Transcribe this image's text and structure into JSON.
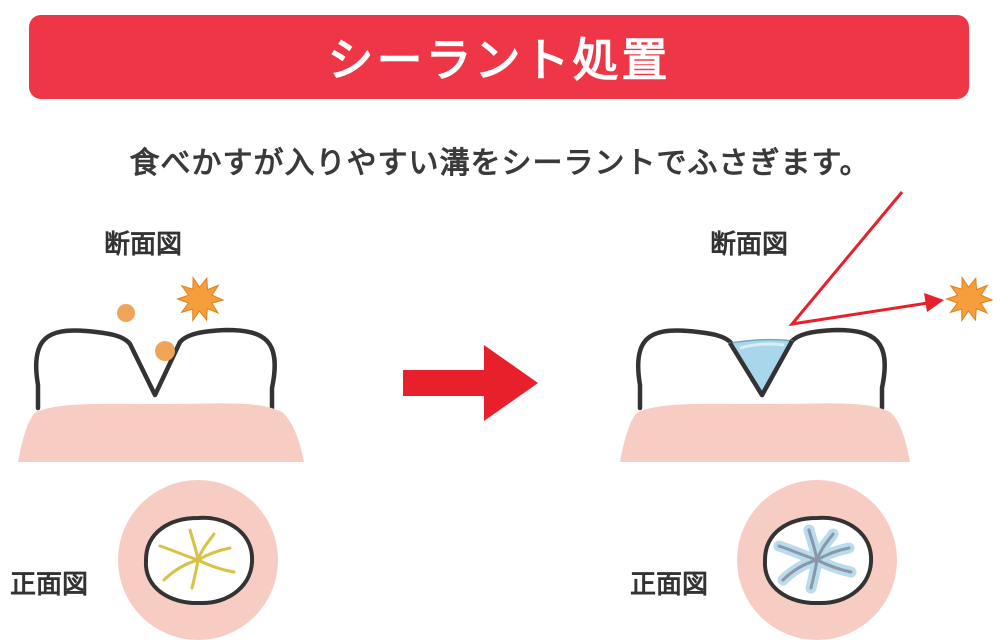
{
  "title": "シーラント処置",
  "subtitle": "食べかすが入りやすい溝をシーラントでふさぎます。",
  "labels": {
    "cross_section_left": "断面図",
    "cross_section_right": "断面図",
    "front_view_left": "正面図",
    "front_view_right": "正面図"
  },
  "colors": {
    "title_bar": "#ef3646",
    "gum": "#f7cdc3",
    "tooth_outline": "#333333",
    "food_particles": "#f0a45a",
    "bacteria": "#f59e3b",
    "sealant": "#a9d6ea",
    "arrow": "#e8202c",
    "groove_before": "#d6c244",
    "groove_after": "#8a97a8"
  }
}
